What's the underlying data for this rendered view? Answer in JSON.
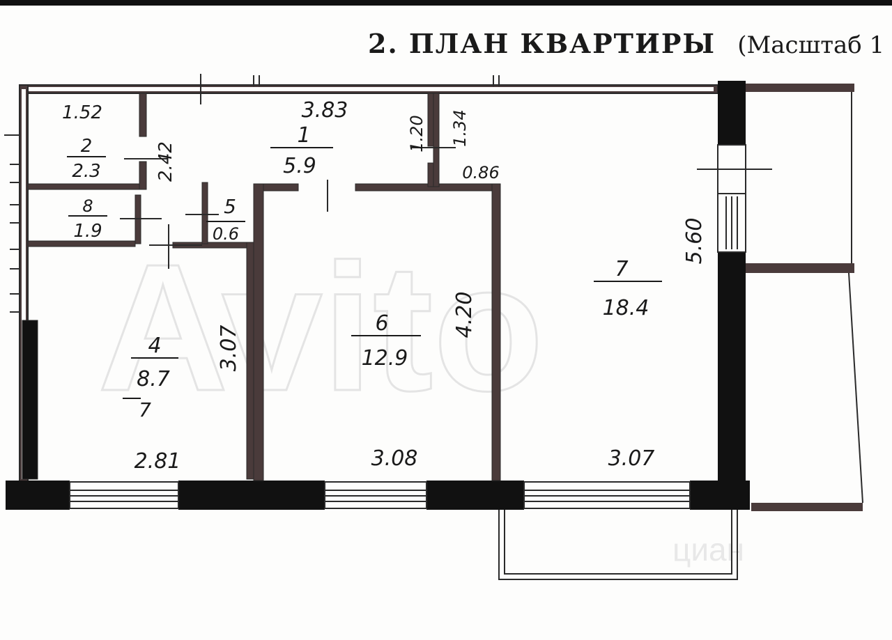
{
  "title": {
    "main": "2. ПЛАН КВАРТИРЫ",
    "scale": "(Масштаб 1"
  },
  "rooms": [
    {
      "number": "1",
      "area": "5.9"
    },
    {
      "number": "2",
      "area": "2.3"
    },
    {
      "number": "8",
      "area": "1.9"
    },
    {
      "number": "5",
      "area": "0.6"
    },
    {
      "number": "4",
      "area": "8.7"
    },
    {
      "number": "6",
      "area": "12.9"
    },
    {
      "number": "7",
      "area": "18.4"
    }
  ],
  "dimensions": {
    "bath_width": "1.52",
    "corridor_length": "3.83",
    "bath_depth": "2.42",
    "closet_a": "1.20",
    "closet_b": "1.34",
    "closet_width": "0.86",
    "room7_depth": "5.60",
    "room6_depth": "4.20",
    "room4_depth": "3.07",
    "room4_width": "2.81",
    "room6_width": "3.08",
    "room7_width": "3.07",
    "room4_mark": "7"
  },
  "watermarks": {
    "main": "Avito",
    "secondary": "циан"
  },
  "colors": {
    "wall": "#111111",
    "line": "#2a2a2a",
    "background": "#fdfdfc"
  }
}
